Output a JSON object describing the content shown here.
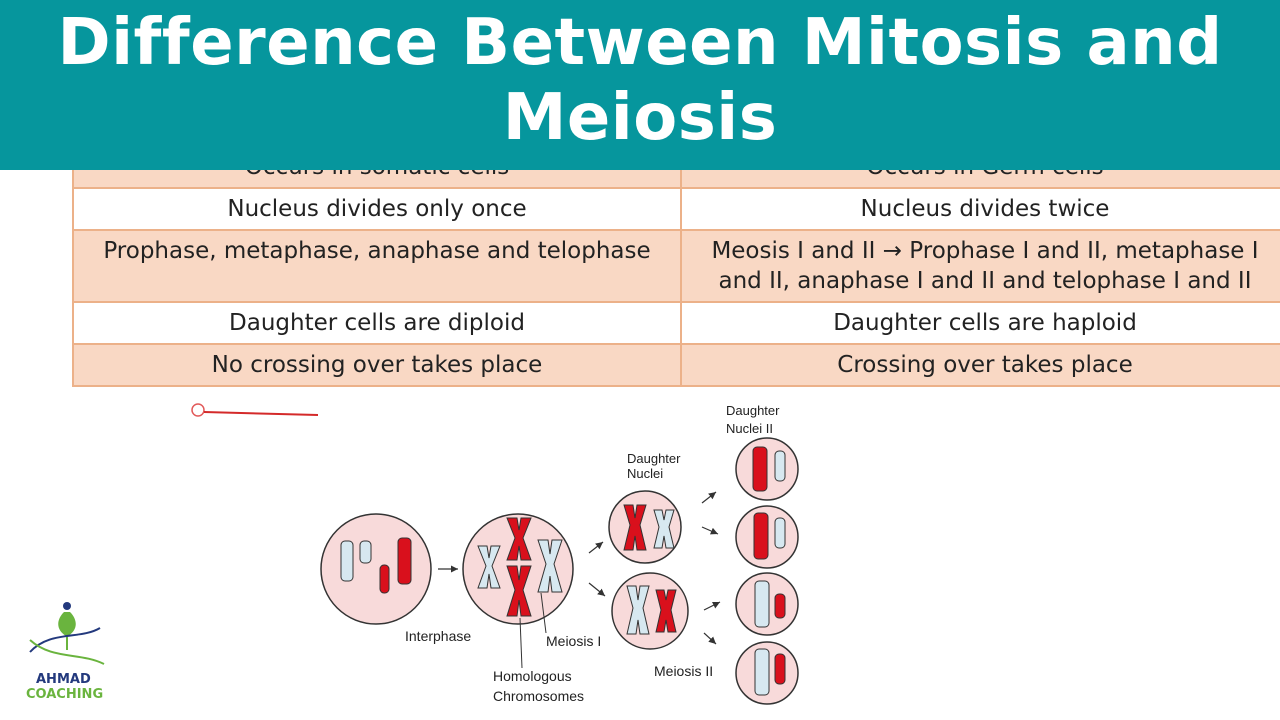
{
  "title": "Difference Between Mitosis and Meiosis",
  "table": {
    "rows": [
      {
        "mitosis": "Occurs in somatic cells",
        "meiosis": "Occurs in Germ cells",
        "style": "shade cut"
      },
      {
        "mitosis": "Nucleus divides only once",
        "meiosis": "Nucleus divides twice",
        "style": "plain"
      },
      {
        "mitosis": "Prophase, metaphase, anaphase and telophase",
        "meiosis": "Meosis I and II → Prophase I and II, metaphase I and II, anaphase I and II and telophase I and II",
        "style": "shade"
      },
      {
        "mitosis": "Daughter cells are diploid",
        "meiosis": "Daughter cells are haploid",
        "style": "plain"
      },
      {
        "mitosis": "No crossing over takes place",
        "meiosis": "Crossing over takes place",
        "style": "shade"
      }
    ]
  },
  "diagram": {
    "labels": {
      "interphase": "Interphase",
      "meiosis1": "Meiosis I",
      "homologous1": "Homologous",
      "homologous2": "Chromosomes",
      "daughter_nuclei1": "Daughter",
      "daughter_nuclei2": "Nuclei",
      "daughter_nuclei_ii1": "Daughter",
      "daughter_nuclei_ii2": "Nuclei II",
      "meiosis2": "Meiosis II"
    },
    "colors": {
      "cell_fill": "#f8dada",
      "chromosome_red": "#d9101c",
      "chromosome_blue": "#d7e8f0"
    }
  },
  "logo": {
    "line1": "AHMAD",
    "line2": "COACHING"
  }
}
